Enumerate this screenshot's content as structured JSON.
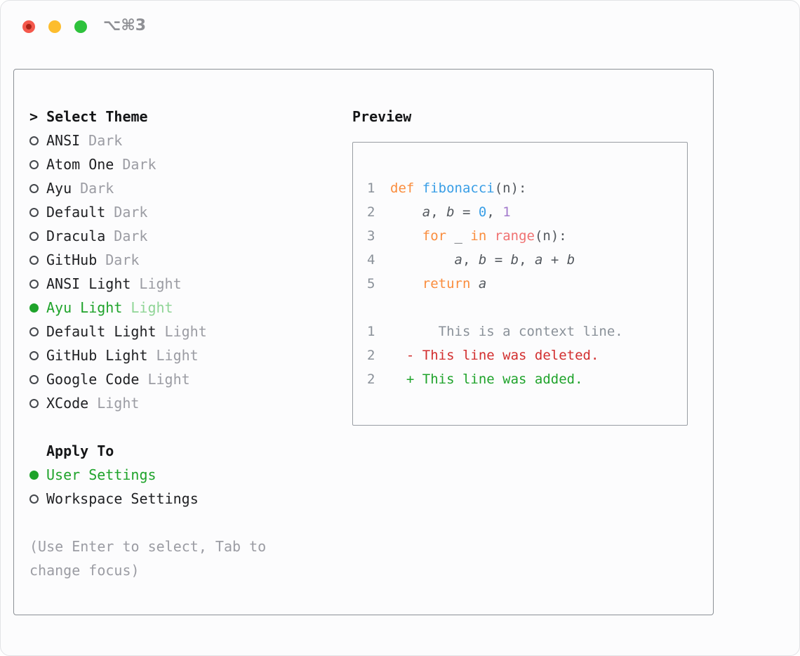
{
  "window": {
    "title": "⌥⌘3",
    "traffic_lights": [
      "close-icon",
      "minimize-icon",
      "zoom-icon"
    ]
  },
  "colors": {
    "green": "#1fa32b",
    "green_light": "#8fd596",
    "orange": "#fa8d3e",
    "blue": "#399ee6",
    "purple": "#a37acc",
    "coral": "#f07171",
    "red": "#d22e2e",
    "plain": "#53585e"
  },
  "theme_selector": {
    "heading": "> Select Theme",
    "items": [
      {
        "name": "ANSI",
        "variant": "Dark",
        "selected": false
      },
      {
        "name": "Atom One",
        "variant": "Dark",
        "selected": false
      },
      {
        "name": "Ayu",
        "variant": "Dark",
        "selected": false
      },
      {
        "name": "Default",
        "variant": "Dark",
        "selected": false
      },
      {
        "name": "Dracula",
        "variant": "Dark",
        "selected": false
      },
      {
        "name": "GitHub",
        "variant": "Dark",
        "selected": false
      },
      {
        "name": "ANSI Light",
        "variant": "Light",
        "selected": false
      },
      {
        "name": "Ayu Light",
        "variant": "Light",
        "selected": true
      },
      {
        "name": "Default Light",
        "variant": "Light",
        "selected": false
      },
      {
        "name": "GitHub Light",
        "variant": "Light",
        "selected": false
      },
      {
        "name": "Google Code",
        "variant": "Light",
        "selected": false
      },
      {
        "name": "XCode",
        "variant": "Light",
        "selected": false
      }
    ]
  },
  "apply_to": {
    "heading": "Apply To",
    "options": [
      {
        "label": "User Settings",
        "selected": true
      },
      {
        "label": "Workspace Settings",
        "selected": false
      }
    ]
  },
  "hint": "(Use Enter to select, Tab to\nchange focus)",
  "preview": {
    "heading": "Preview",
    "code_lines": [
      {
        "num": "1",
        "tokens": [
          {
            "t": "def",
            "c": "kw"
          },
          {
            "t": " ",
            "c": "plain"
          },
          {
            "t": "fibonacci",
            "c": "fn"
          },
          {
            "t": "(n):",
            "c": "plain"
          }
        ]
      },
      {
        "num": "2",
        "tokens": [
          {
            "t": "    ",
            "c": "plain"
          },
          {
            "t": "a",
            "c": "var"
          },
          {
            "t": ", ",
            "c": "plain"
          },
          {
            "t": "b",
            "c": "var"
          },
          {
            "t": " = ",
            "c": "plain"
          },
          {
            "t": "0",
            "c": "num0"
          },
          {
            "t": ", ",
            "c": "plain"
          },
          {
            "t": "1",
            "c": "num1"
          }
        ]
      },
      {
        "num": "3",
        "tokens": [
          {
            "t": "    ",
            "c": "plain"
          },
          {
            "t": "for",
            "c": "kw"
          },
          {
            "t": " _ ",
            "c": "plain"
          },
          {
            "t": "in",
            "c": "kw"
          },
          {
            "t": " ",
            "c": "plain"
          },
          {
            "t": "range",
            "c": "call"
          },
          {
            "t": "(n):",
            "c": "plain"
          }
        ]
      },
      {
        "num": "4",
        "tokens": [
          {
            "t": "        ",
            "c": "plain"
          },
          {
            "t": "a",
            "c": "var"
          },
          {
            "t": ", ",
            "c": "plain"
          },
          {
            "t": "b",
            "c": "var"
          },
          {
            "t": " = ",
            "c": "plain"
          },
          {
            "t": "b",
            "c": "var"
          },
          {
            "t": ", ",
            "c": "plain"
          },
          {
            "t": "a",
            "c": "var"
          },
          {
            "t": " + ",
            "c": "plain"
          },
          {
            "t": "b",
            "c": "var"
          }
        ]
      },
      {
        "num": "5",
        "tokens": [
          {
            "t": "    ",
            "c": "plain"
          },
          {
            "t": "return",
            "c": "kw"
          },
          {
            "t": " ",
            "c": "plain"
          },
          {
            "t": "a",
            "c": "var"
          }
        ]
      }
    ],
    "diff_lines": [
      {
        "num": "1",
        "tokens": [
          {
            "t": "      This is a context line.",
            "c": "ctx"
          }
        ]
      },
      {
        "num": "2",
        "tokens": [
          {
            "t": "  - This line was deleted.",
            "c": "del"
          }
        ]
      },
      {
        "num": "2",
        "tokens": [
          {
            "t": "  + This line was added.",
            "c": "add"
          }
        ]
      }
    ]
  }
}
